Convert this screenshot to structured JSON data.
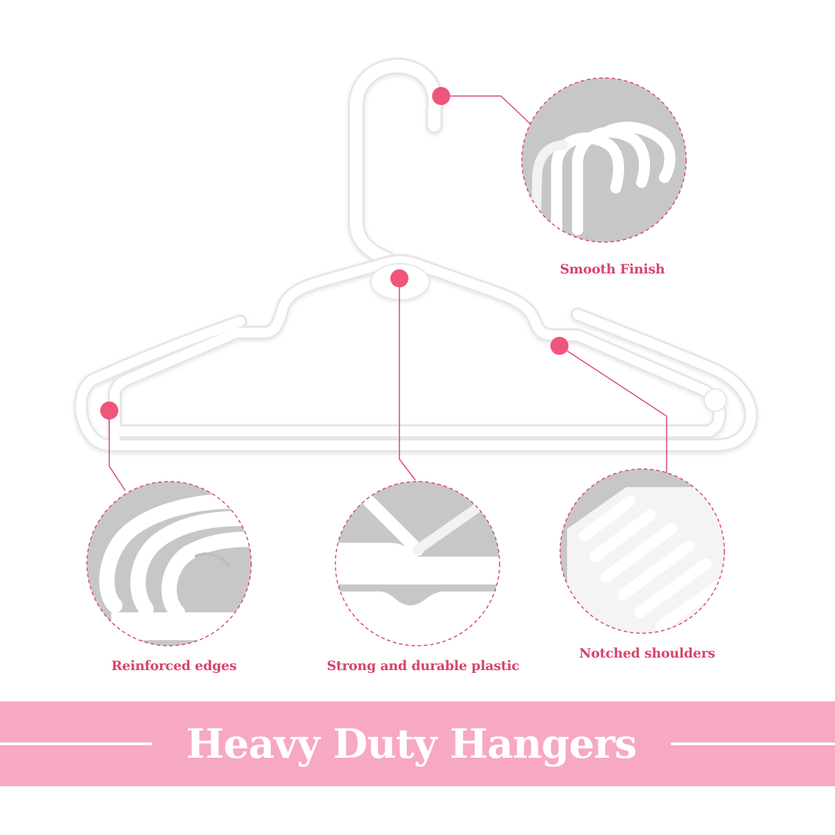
{
  "features": {
    "smooth_finish": "Smooth Finish",
    "reinforced_edges": "Reinforced edges",
    "strong_plastic": "Strong and durable plastic",
    "notched_shoulders": "Notched shoulders"
  },
  "banner": {
    "title": "Heavy Duty Hangers"
  },
  "colors": {
    "accent": "#d9446a",
    "marker": "#f0557a",
    "banner_bg": "#f7a8c3",
    "detail_bg": "#c9c9c9",
    "hanger": "#ffffff"
  }
}
